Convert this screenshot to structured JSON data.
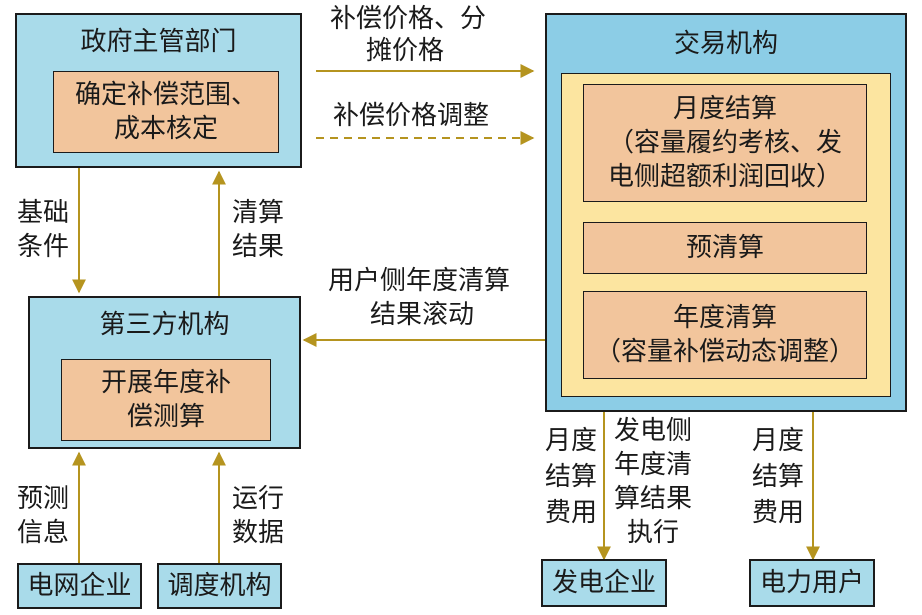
{
  "gov": {
    "title": "政府主管部门",
    "inner_line1": "确定补偿范围、",
    "inner_line2": "成本核定"
  },
  "exchange": {
    "title": "交易机构",
    "monthly_line1": "月度结算",
    "monthly_line2": "（容量履约考核、发",
    "monthly_line3": "电侧超额利润回收）",
    "pre": "预清算",
    "annual_line1": "年度清算",
    "annual_line2": "（容量补偿动态调整）"
  },
  "third": {
    "title": "第三方机构",
    "inner_line1": "开展年度补",
    "inner_line2": "偿测算"
  },
  "bottom": {
    "grid": "电网企业",
    "dispatch": "调度机构",
    "gen": "发电企业",
    "user": "电力用户"
  },
  "labels": {
    "price_line1": "补偿价格、分",
    "price_line2": "摊价格",
    "adjust": "补偿价格调整",
    "basic_line1": "基础",
    "basic_line2": "条件",
    "result_line1": "清算",
    "result_line2": "结果",
    "roll_line1": "用户侧年度清算",
    "roll_line2": "结果滚动",
    "forecast_line1": "预测",
    "forecast_line2": "信息",
    "run_line1": "运行",
    "run_line2": "数据",
    "gen_fee_line1": "月度",
    "gen_fee_line2": "结算",
    "gen_fee_line3": "费用",
    "gen_exec_line1": "发电侧",
    "gen_exec_line2": "年度清",
    "gen_exec_line3": "算结果",
    "gen_exec_line4": "执行",
    "user_fee_line1": "月度",
    "user_fee_line2": "结算",
    "user_fee_line3": "费用"
  },
  "colors": {
    "arrow": "#b5941f",
    "box_blue": "#a9dbea",
    "box_blue_dark": "#8ccde6",
    "inner_orange": "#f2c59c",
    "inner_yellow": "#fce5a0"
  }
}
